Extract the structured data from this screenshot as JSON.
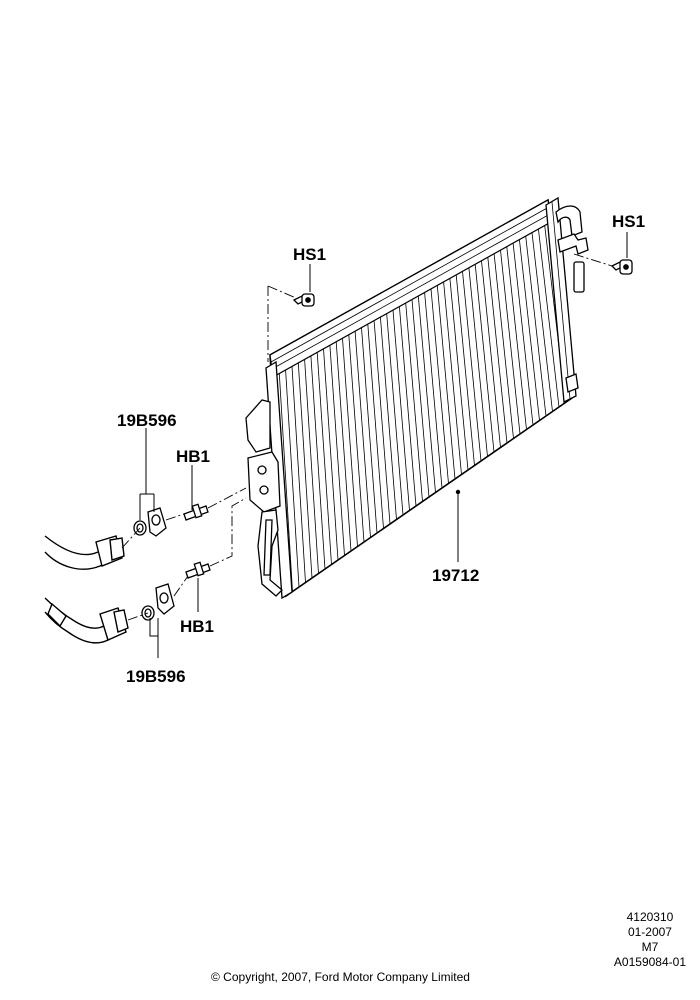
{
  "callouts": {
    "hs1_left": "HS1",
    "hs1_right": "HS1",
    "bracket_top": "19B596",
    "bracket_bottom": "19B596",
    "hb1_top": "HB1",
    "hb1_bottom": "HB1",
    "condenser": "19712"
  },
  "reference": {
    "line1": "4120310",
    "line2": "01-2007",
    "line3": "M7",
    "line4": "A0159084-01"
  },
  "copyright": "© Copyright, 2007, Ford Motor Company Limited"
}
